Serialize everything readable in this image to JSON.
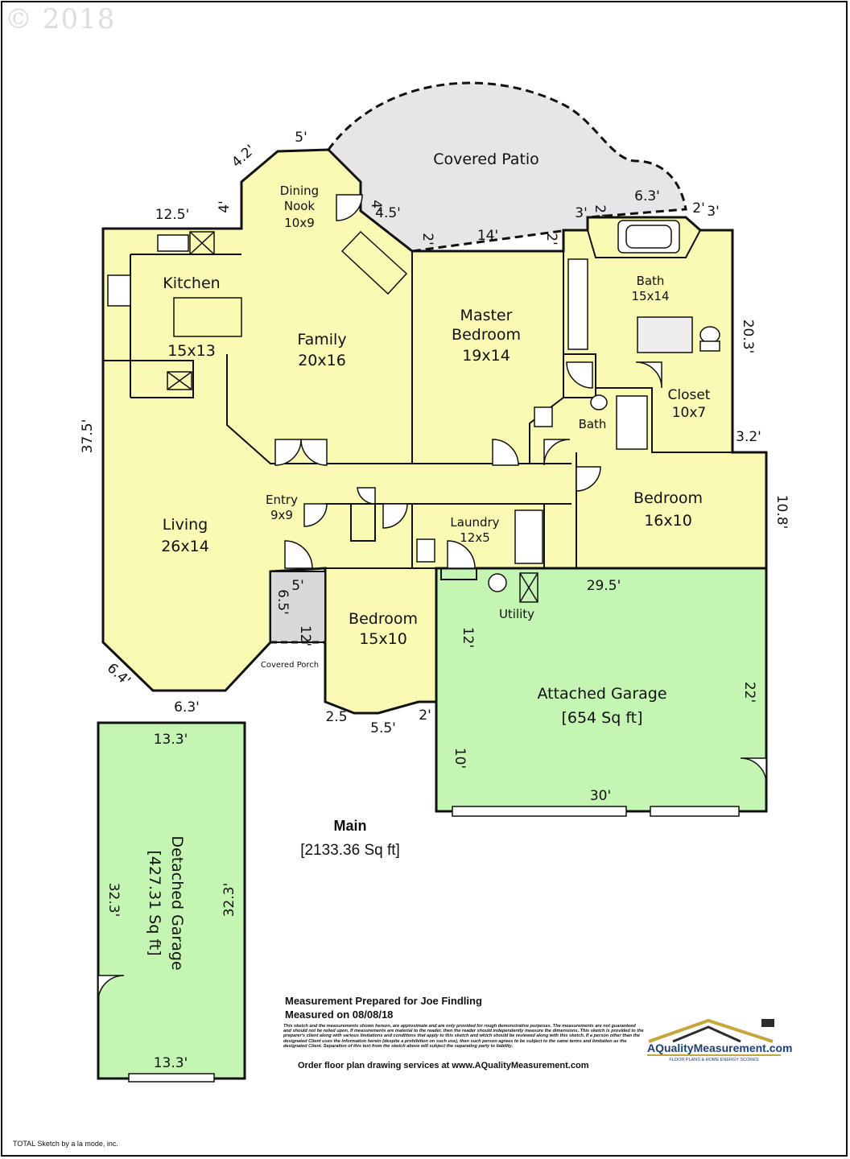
{
  "copyright": "© 2018",
  "colors": {
    "living": "#fafab4",
    "garage": "#c5f5b3",
    "patio": "#e6e6e6",
    "wall": "#111111",
    "logo_gold": "#c8a53a"
  },
  "rooms": {
    "dining": {
      "name_line1": "Dining",
      "name_line2": "Nook",
      "size": "10x9"
    },
    "kitchen": {
      "name": "Kitchen",
      "size": "15x13"
    },
    "family": {
      "name": "Family",
      "size": "20x16"
    },
    "master": {
      "name_line1": "Master",
      "name_line2": "Bedroom",
      "size": "19x14"
    },
    "bath_master": {
      "name": "Bath",
      "size": "15x14"
    },
    "closet": {
      "name": "Closet",
      "size": "10x7"
    },
    "bath2": {
      "name": "Bath"
    },
    "bedroom_east": {
      "name": "Bedroom",
      "size": "16x10"
    },
    "entry": {
      "name": "Entry",
      "size": "9x9"
    },
    "laundry": {
      "name": "Laundry",
      "size": "12x5"
    },
    "living": {
      "name": "Living",
      "size": "26x14"
    },
    "bedroom_south": {
      "name": "Bedroom",
      "size": "15x10"
    },
    "utility": {
      "name": "Utility"
    },
    "covered_patio": {
      "name": "Covered Patio"
    },
    "covered_porch": {
      "name": "Covered Porch"
    },
    "attached_garage": {
      "name": "Attached Garage",
      "area": "[654 Sq ft]"
    },
    "detached_garage": {
      "name": "Detached Garage",
      "area": "[427.31 Sq ft]"
    }
  },
  "dimensions": {
    "d_4_2": "4.2'",
    "d_5_top": "5'",
    "d_12_5": "12.5'",
    "d_4": "4'",
    "d_4_nook": "4'",
    "d_4_5": "4.5'",
    "d_2_a": "2'",
    "d_14": "14'",
    "d_2_b": "2'",
    "d_3_a": "3'",
    "d_2_c": "2'",
    "d_6_3_patio": "6.3'",
    "d_2_d": "2'",
    "d_3_b": "3'",
    "d_20_3": "20.3'",
    "d_3_2": "3.2'",
    "d_37_5": "37.5'",
    "d_10_8": "10.8'",
    "d_29_5": "29.5'",
    "d_5_porch": "5'",
    "d_6_5": "6.5'",
    "d_12_porch": "12'",
    "d_12_utility": "12'",
    "d_6_4": "6.4'",
    "d_6_3_living": "6.3'",
    "d_2_5": "2.5",
    "d_5_5": "5.5'",
    "d_2_e": "2'",
    "d_22": "22'",
    "d_10": "10'",
    "d_30": "30'",
    "d_13_3_top": "13.3'",
    "d_13_3_bottom": "13.3'",
    "d_32_3_left": "32.3'",
    "d_32_3_right": "32.3'"
  },
  "summary": {
    "floor_name": "Main",
    "floor_area": "[2133.36 Sq ft]"
  },
  "credit": {
    "line1": "Measurement Prepared for Joe Findling",
    "line2": "Measured on 08/08/18",
    "disclaimer": "This sketch and the measurements shown hereon, are approximate and are only provided for rough demonstrative purposes. The measurements are not guaranteed and should not be relied upon. If measurements are material to the reader, then the reader should independently measure the dimensions. This sketch is provided to the preparer's client along with various limitations and conditions that apply to this sketch and which should be reviewed along with this sketch. If a person other than the designated Client uses the information herein (despite a prohibition on such use), then such person agrees to be subject to the same terms and limitation as the designated Client. Separation of this text from the sketch above will subject the separating party to liability.",
    "order": "Order floor plan drawing services at www.AQualityMeasurement.com"
  },
  "logo": {
    "name": "AQualityMeasurement.com",
    "tagline": "FLOOR PLANS & HOME ENERGY SCORES"
  },
  "footer": "TOTAL Sketch by a la mode, inc."
}
